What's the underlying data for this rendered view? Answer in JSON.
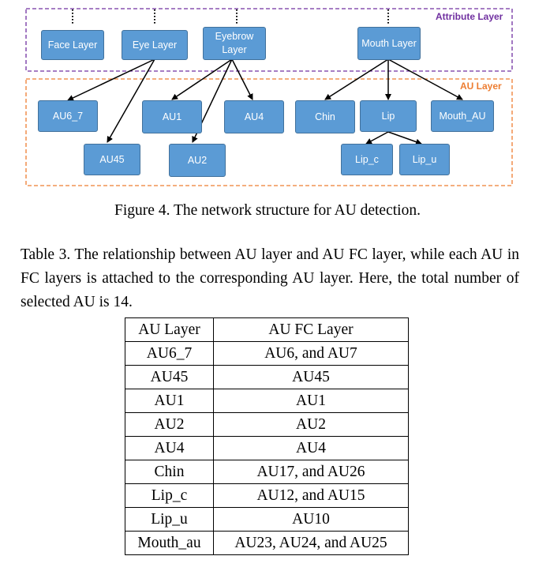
{
  "figure": {
    "attribute_layer_label": "Attribute Layer",
    "au_layer_label": "AU Layer",
    "nodes": {
      "face_layer": "Face Layer",
      "eye_layer": "Eye Layer",
      "eyebrow_layer": "Eyebrow Layer",
      "mouth_layer": "Mouth Layer",
      "au6_7": "AU6_7",
      "au45": "AU45",
      "au1": "AU1",
      "au2": "AU2",
      "au4": "AU4",
      "chin": "Chin",
      "lip": "Lip",
      "mouth_au": "Mouth_AU",
      "lip_c": "Lip_c",
      "lip_u": "Lip_u"
    },
    "colors": {
      "node_fill": "#5b9bd5",
      "attribute_border": "#7030a0",
      "au_border": "#ed7d31"
    },
    "caption": "Figure 4. The network structure for AU detection."
  },
  "table": {
    "caption": "Table 3. The relationship between AU layer and AU FC layer, while each AU in FC layers is attached to the corresponding AU layer. Here, the total number of selected AU is 14.",
    "headers": [
      "AU Layer",
      "AU FC Layer"
    ],
    "rows": [
      [
        "AU6_7",
        "AU6, and AU7"
      ],
      [
        "AU45",
        "AU45"
      ],
      [
        "AU1",
        "AU1"
      ],
      [
        "AU2",
        "AU2"
      ],
      [
        "AU4",
        "AU4"
      ],
      [
        "Chin",
        "AU17, and AU26"
      ],
      [
        "Lip_c",
        "AU12, and AU15"
      ],
      [
        "Lip_u",
        "AU10"
      ],
      [
        "Mouth_au",
        "AU23, AU24, and AU25"
      ]
    ]
  }
}
